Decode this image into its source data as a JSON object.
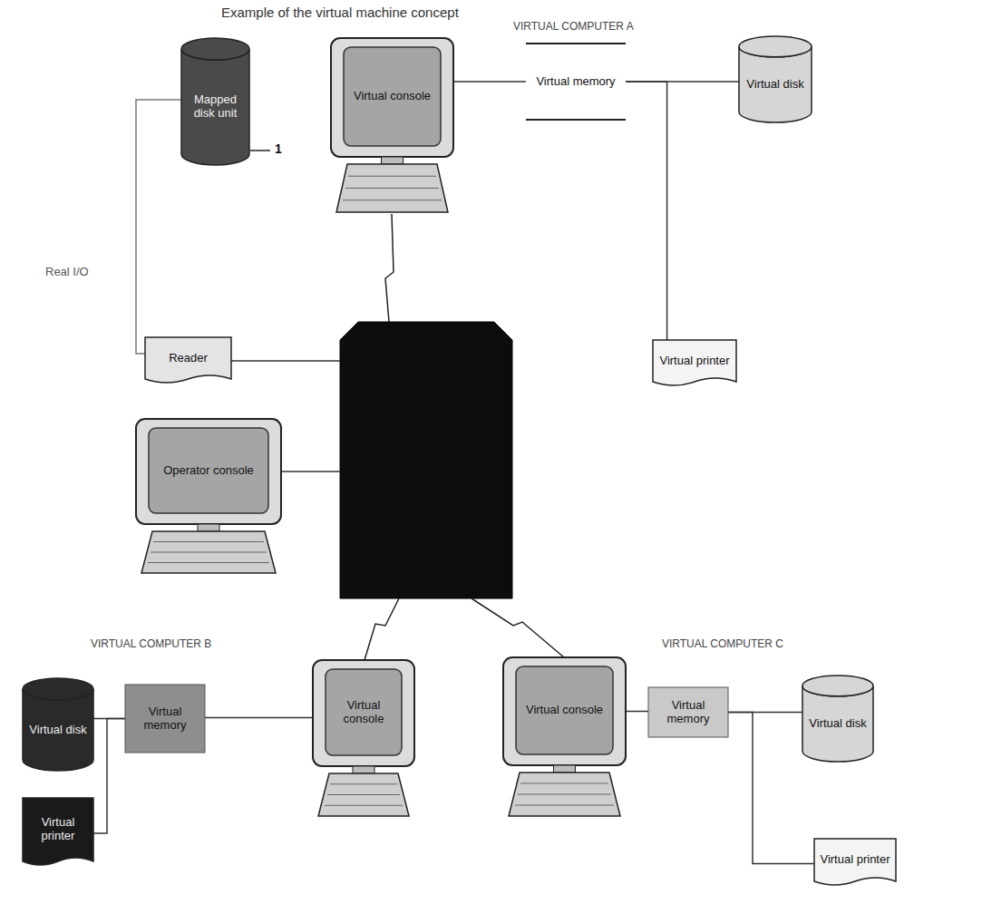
{
  "diagram": {
    "title": "Example of the virtual machine concept",
    "nodes": [
      {
        "text": [
          "Mapped disk unit"
        ]
      },
      {
        "text": [
          "Virtual console"
        ]
      },
      {
        "text": [
          "Virtual memory"
        ]
      },
      {
        "text": [
          "Virtual disk"
        ]
      },
      {
        "text": [
          "Reader"
        ]
      },
      {
        "text": [
          "Virtual printer"
        ]
      },
      {
        "text": [
          "Operator console"
        ]
      },
      {
        "text": [
          "Virtual disk"
        ]
      },
      {
        "text": [
          "Virtual memory"
        ]
      },
      {
        "text": [
          "Virtual console"
        ]
      },
      {
        "text": [
          "Virtual console"
        ]
      },
      {
        "text": [
          "Virtual memory"
        ]
      },
      {
        "text": [
          "Virtual disk"
        ]
      },
      {
        "text": [
          "Virtual printer"
        ]
      },
      {
        "text": [
          "Virtual printer"
        ]
      }
    ],
    "edges": [
      {
        "from": 1,
        "to": 2,
        "arrow": "none"
      },
      {
        "from": 2,
        "to": 3,
        "arrow": "none"
      },
      {
        "from": 2,
        "to": 5,
        "arrow": "none"
      },
      {
        "from": 8,
        "to": 7,
        "arrow": "none"
      },
      {
        "from": 13,
        "to": 8,
        "arrow": "none"
      },
      {
        "from": 9,
        "to": 8,
        "arrow": "none"
      },
      {
        "from": 10,
        "to": 11,
        "arrow": "none"
      },
      {
        "from": 11,
        "to": 12,
        "arrow": "none"
      },
      {
        "from": 11,
        "to": 14,
        "arrow": "none"
      }
    ],
    "labels": [
      "VIRTUAL COMPUTER A",
      "1",
      "Real I/O",
      "VIRTUAL COMPUTER B",
      "VIRTUAL COMPUTER C"
    ]
  }
}
